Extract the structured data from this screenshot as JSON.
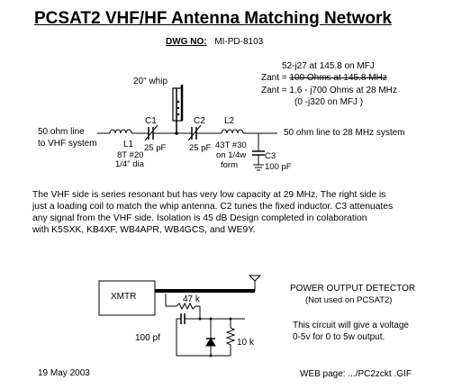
{
  "title": "PCSAT2 VHF/HF Antenna Matching Network",
  "dwg": {
    "label": "DWG NO:",
    "value": "MI-PD-8103"
  },
  "whip_label": "20\" whip",
  "zant": {
    "line1": "52-j27 at 145.8  on MFJ",
    "line2_prefix": "Zant = ",
    "line2_struck": "100 Ohms at 145.8 MHz",
    "line3": "Zant = 1.6 - j700 Ohms at 28 MHz",
    "line4": "(0 -j320 on MFJ )"
  },
  "left_line": [
    "50 ohm line",
    "to VHF system"
  ],
  "right_line": "50 ohm line to 28 MHz system",
  "components": {
    "c1": {
      "name": "C1",
      "value": "25 pF"
    },
    "c2": {
      "name": "C2",
      "value": "25 pF"
    },
    "l1": {
      "name": "L1",
      "desc": [
        "8T  #20",
        "1/4\" dia"
      ]
    },
    "l2": {
      "name": "L2",
      "desc": [
        "43T #30",
        "on 1/4w",
        "form"
      ]
    },
    "c3": {
      "name": "C3",
      "value": "100 pF"
    }
  },
  "description": [
    "The VHF side is series resonant but has very low capacity at 29 MHz.  The right side is",
    "just a loading coil to match the whip antenna.   C2 tunes the fixed inductor.  C3 attenuates",
    "any signal from the VHF side.   Isolation is 45 dB      Design completed in colaboration",
    "with K5SXK, KB4XF, WB4APR, WB4GCS, and WE9Y."
  ],
  "detector": {
    "xmtr": "XMTR",
    "r1": "47 k",
    "c": "100 pf",
    "r2": "10 k",
    "title": "POWER OUTPUT DETECTOR",
    "subtitle": "(Not used on PCSAT2)",
    "note": [
      "This circuit will give a voltage",
      "0-5v for 0 to 5w output."
    ]
  },
  "footer": {
    "date": "19 May 2003",
    "web": "WEB page:    .../PC2zckt .GIF"
  }
}
